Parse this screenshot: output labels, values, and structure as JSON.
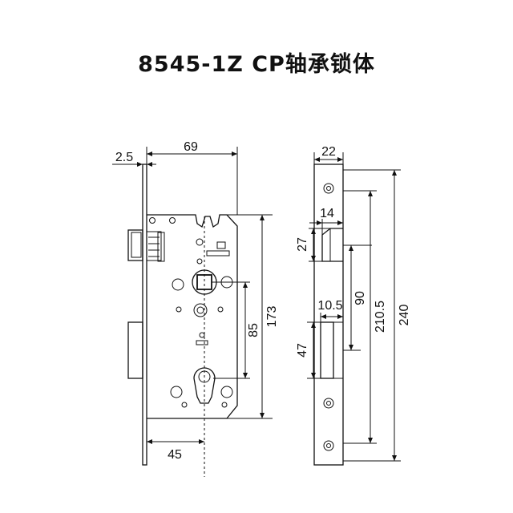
{
  "title": "8545-1Z CP轴承锁体",
  "dimensions": {
    "front_width": "69",
    "faceplate_thickness": "2.5",
    "backset": "45",
    "handle_to_cylinder": "85",
    "case_height": "173",
    "faceplate_width": "22",
    "latch_projection": "14",
    "latch_height": "27",
    "deadbolt_projection": "10.5",
    "deadbolt_height": "47",
    "latch_to_bolt": "90",
    "screw_spacing": "210.5",
    "faceplate_length": "240"
  }
}
